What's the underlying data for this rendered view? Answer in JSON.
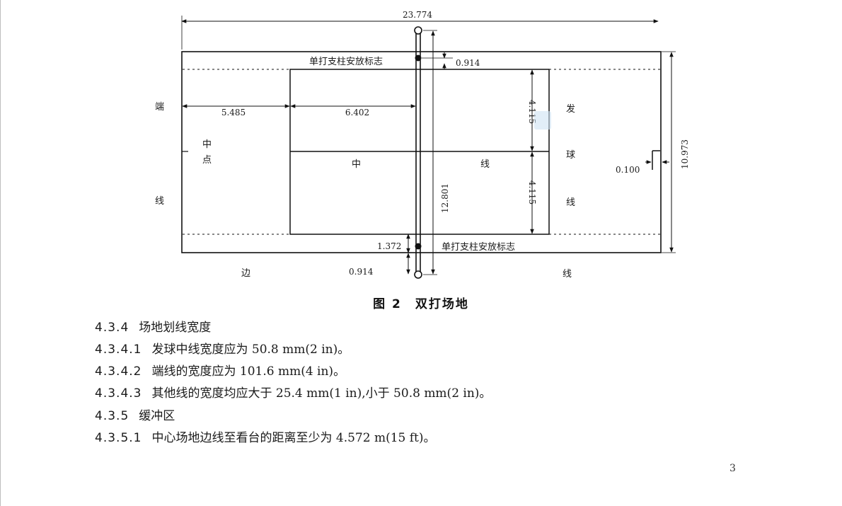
{
  "figure": {
    "dims": {
      "overall_length": "23.774",
      "overall_width": "10.973",
      "back_to_short_service": "5.485",
      "short_service_to_net": "6.402",
      "half_width_upper": "4.115",
      "half_width_lower": "4.115",
      "post_offset_top": "0.914",
      "post_offset_bottom": "0.914",
      "post_span": "12.801",
      "margin_1372": "1.372",
      "line_width": "0.100"
    },
    "labels": {
      "post_mark_top": "单打支柱安放标志",
      "post_mark_bottom": "单打支柱安放标志",
      "end_line_chars": [
        "端",
        "线"
      ],
      "center_point_chars": [
        "中",
        "点"
      ],
      "center_line_chars": [
        "中",
        "线"
      ],
      "service_line_chars": [
        "发",
        "球",
        "线"
      ],
      "side_line_chars": [
        "边",
        "线"
      ]
    }
  },
  "caption": "图 2　双打场地",
  "clauses": [
    {
      "num": "4.3.4",
      "text": "场地划线宽度"
    },
    {
      "num": "4.3.4.1",
      "text": "发球中线宽度应为 50.8 mm(2 in)。"
    },
    {
      "num": "4.3.4.2",
      "text": "端线的宽度应为 101.6 mm(4 in)。"
    },
    {
      "num": "4.3.4.3",
      "text": "其他线的宽度均应大于 25.4 mm(1 in),小于 50.8 mm(2 in)。"
    },
    {
      "num": "4.3.5",
      "text": "缓冲区"
    },
    {
      "num": "4.3.5.1",
      "text": "中心场地边线至看台的距离至少为 4.572 m(15 ft)。"
    }
  ],
  "page_number": "3"
}
